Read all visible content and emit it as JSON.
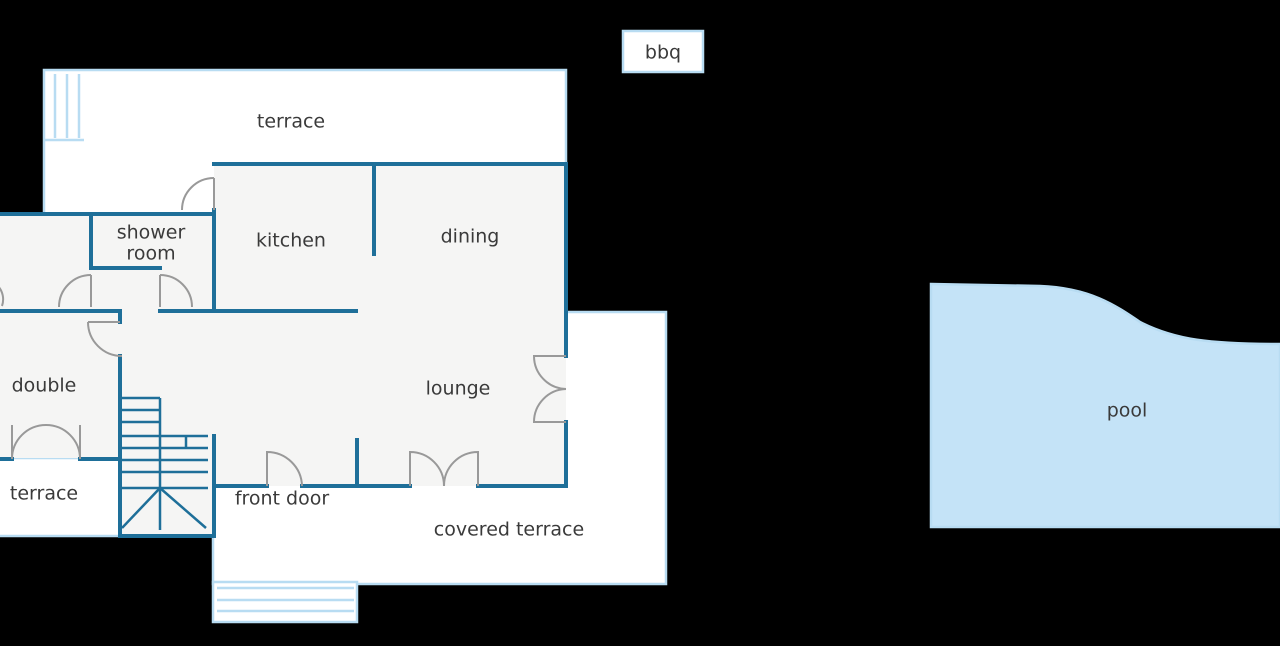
{
  "colors": {
    "background": "#000000",
    "interior_floor": "#f5f5f4",
    "terrace_floor": "#ffffff",
    "outline": "#b8dcf2",
    "wall": "#1e6f99",
    "door": "#999999",
    "pool": "#c4e3f7",
    "text": "#3a3a3a"
  },
  "rooms": {
    "terrace_top": "terrace",
    "shower_room_line1": "shower",
    "shower_room_line2": "room",
    "kitchen": "kitchen",
    "dining": "dining",
    "double": "double",
    "lounge": "lounge",
    "terrace_left": "terrace",
    "front_door": "front door",
    "covered_terrace": "covered terrace",
    "bbq": "bbq",
    "pool": "pool"
  }
}
